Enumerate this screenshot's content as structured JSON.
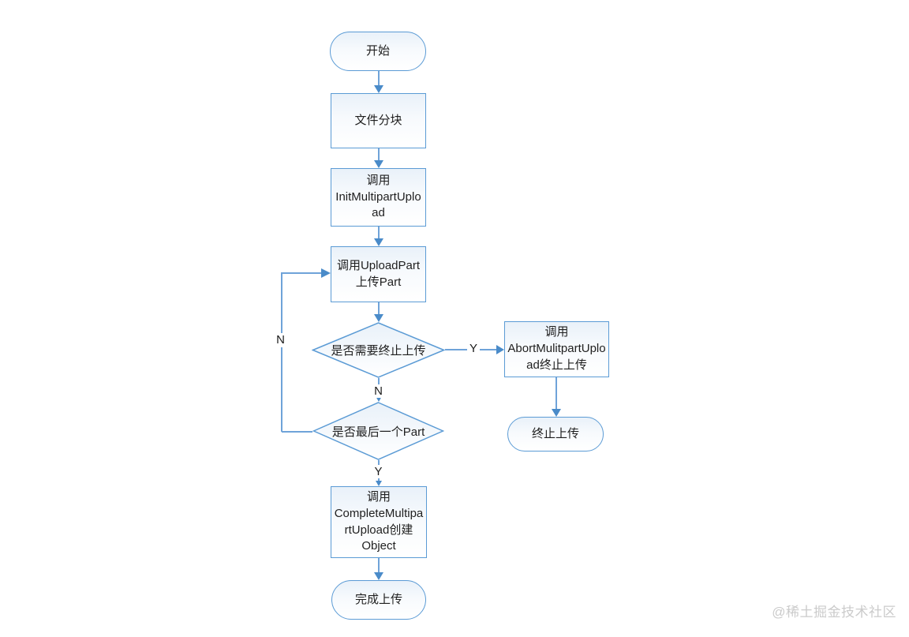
{
  "flowchart": {
    "nodes": {
      "start": {
        "type": "terminator",
        "label": "开始"
      },
      "file_chunk": {
        "type": "process",
        "label": "文件分块"
      },
      "init_upload": {
        "type": "process",
        "label": "调用\nInitMultipartUpload"
      },
      "upload_part": {
        "type": "process",
        "label": "调用UploadPart\n上传Part"
      },
      "need_abort": {
        "type": "decision",
        "label": "是否需要终止上传"
      },
      "abort_call": {
        "type": "process",
        "label": "调用\nAbortMulitpartUpload终止上传"
      },
      "abort_end": {
        "type": "terminator",
        "label": "终止上传"
      },
      "last_part": {
        "type": "decision",
        "label": "是否最后一个Part"
      },
      "complete_call": {
        "type": "process",
        "label": "调用\nCompleteMultipartUpload创建\nObject"
      },
      "complete_end": {
        "type": "terminator",
        "label": "完成上传"
      }
    },
    "edges": [
      {
        "from": "start",
        "to": "file_chunk",
        "label": ""
      },
      {
        "from": "file_chunk",
        "to": "init_upload",
        "label": ""
      },
      {
        "from": "init_upload",
        "to": "upload_part",
        "label": ""
      },
      {
        "from": "upload_part",
        "to": "need_abort",
        "label": ""
      },
      {
        "from": "need_abort",
        "to": "abort_call",
        "label": "Y"
      },
      {
        "from": "abort_call",
        "to": "abort_end",
        "label": ""
      },
      {
        "from": "need_abort",
        "to": "last_part",
        "label": "N"
      },
      {
        "from": "last_part",
        "to": "complete_call",
        "label": "Y"
      },
      {
        "from": "complete_call",
        "to": "complete_end",
        "label": ""
      },
      {
        "from": "last_part",
        "to": "upload_part",
        "label": "N"
      }
    ],
    "colors": {
      "shape_stroke": "#5B9BD5",
      "line": "#6FA3D9",
      "arrowhead": "#4A8BC9",
      "fill_top": "#e9f1f9",
      "fill_bottom": "#ffffff",
      "text": "#1f1f1f",
      "watermark": "#cbcbcb"
    }
  },
  "watermark": "@稀土掘金技术社区"
}
